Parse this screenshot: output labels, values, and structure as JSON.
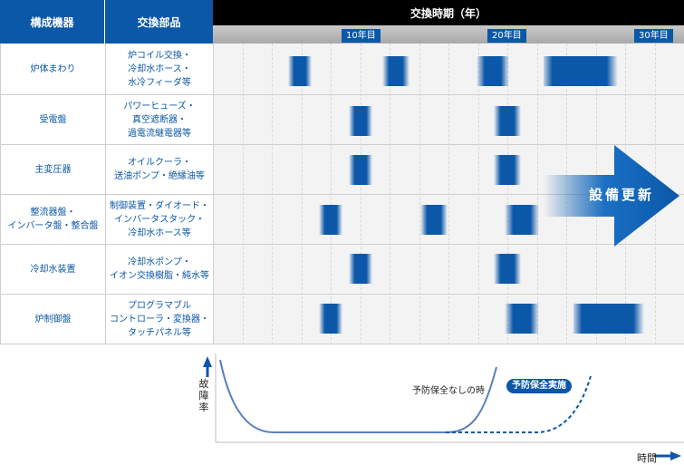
{
  "header": {
    "col_component": "構成機器",
    "col_parts": "交換部品",
    "col_timeline": "交換時期（年）"
  },
  "years": [
    "10年目",
    "20年目",
    "30年目"
  ],
  "rows": [
    {
      "component": "炉体まわり",
      "parts": [
        "炉コイル交換・",
        "冷却水ホース・",
        "水冷フィーダ等"
      ]
    },
    {
      "component": "受電盤",
      "parts": [
        "パワーヒューズ・",
        "真空遮断器・",
        "過電流継電器等"
      ]
    },
    {
      "component": "主変圧器",
      "parts": [
        "オイルクーラ・",
        "送油ポンプ・絶縁油等"
      ]
    },
    {
      "component": "整流器盤・\nインバータ盤・整合盤",
      "parts": [
        "制御装置・ダイオード・",
        "インバータスタック・",
        "冷却水ホース等"
      ]
    },
    {
      "component": "冷却水装置",
      "parts": [
        "冷却水ポンプ・",
        "イオン交換樹脂・純水等"
      ]
    },
    {
      "component": "炉制御盤",
      "parts": [
        "プログラマブル",
        "コントローラ・変換器・",
        "タッチパネル等"
      ]
    }
  ],
  "renewal_label": "設備更新",
  "graph": {
    "y_label": "故障率",
    "x_label": "時間",
    "curve_no_maintenance": "予防保全なしの時",
    "curve_maintenance": "予防保全実施"
  },
  "colors": {
    "accent": "#0b57a8",
    "header_black": "#000000"
  },
  "icons": {
    "renewal": "arrow-right-icon",
    "axis_up": "arrow-up-icon",
    "axis_right": "arrow-right-icon"
  }
}
